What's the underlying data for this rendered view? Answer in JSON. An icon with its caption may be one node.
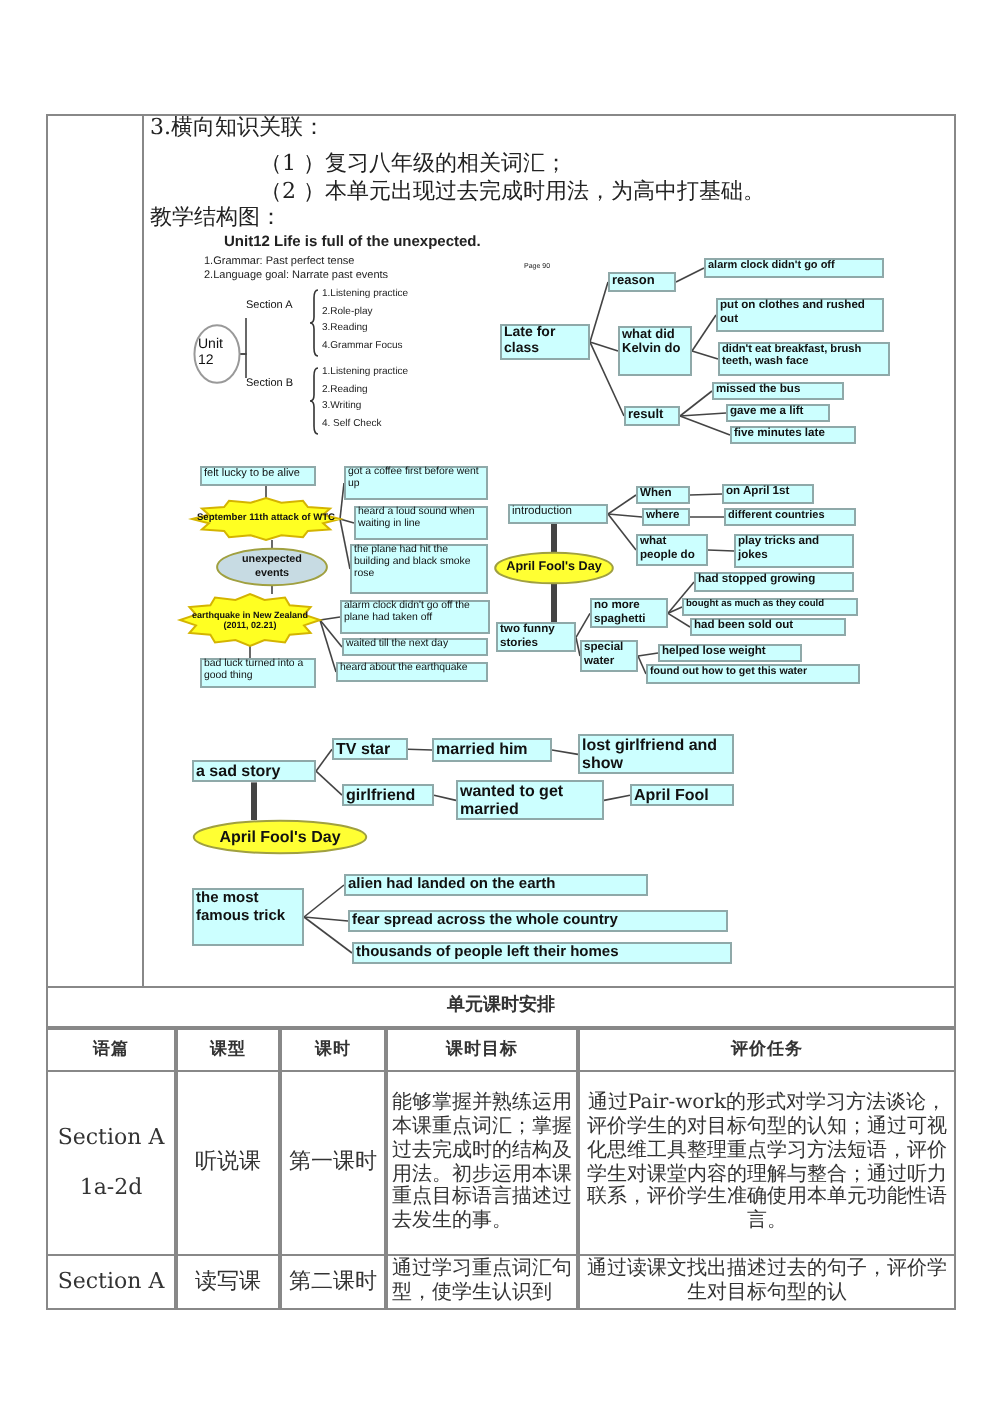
{
  "diagram": {
    "nodes": [
      {
        "text": [
          "Unit 12"
        ]
      },
      {
        "text": [
          "Section A"
        ]
      },
      {
        "text": [
          "Section B"
        ]
      },
      {
        "text": [
          "Late for class"
        ]
      },
      {
        "text": [
          "reason"
        ]
      },
      {
        "text": [
          "what did Kelvin do"
        ]
      },
      {
        "text": [
          "result"
        ]
      },
      {
        "text": [
          "alarm clock didn't go off"
        ]
      },
      {
        "text": [
          "put on clothes and rushed out"
        ]
      },
      {
        "text": [
          "didn't eat breakfast, brush teeth, wash face"
        ]
      },
      {
        "text": [
          "missed the bus"
        ]
      },
      {
        "text": [
          "gave me a lift"
        ]
      },
      {
        "text": [
          "five minutes late"
        ]
      },
      {
        "text": [
          "felt lucky to be alive"
        ]
      },
      {
        "text": [
          "September 11th attack of WTC"
        ]
      },
      {
        "text": [
          "got a coffee first before went up"
        ]
      },
      {
        "text": [
          "heard a loud sound when waiting in line"
        ]
      },
      {
        "text": [
          "unexpected events"
        ]
      },
      {
        "text": [
          "the plane had hit the building and black smoke rose"
        ]
      },
      {
        "text": [
          "earthquake in New Zealand (2011, 02.21)"
        ]
      },
      {
        "text": [
          "alarm clock didn't go off the plane had taken off"
        ]
      },
      {
        "text": [
          "waited till the next day"
        ]
      },
      {
        "text": [
          "bad luck turned into a good thing"
        ]
      },
      {
        "text": [
          "heard about the earthquake"
        ]
      },
      {
        "text": [
          "introduction"
        ]
      },
      {
        "text": [
          "When"
        ]
      },
      {
        "text": [
          "on April 1st"
        ]
      },
      {
        "text": [
          "where"
        ]
      },
      {
        "text": [
          "different countries"
        ]
      },
      {
        "text": [
          "April Fool's Day"
        ]
      },
      {
        "text": [
          "what people do"
        ]
      },
      {
        "text": [
          "play tricks and jokes"
        ]
      },
      {
        "text": [
          "had stopped growing"
        ]
      },
      {
        "text": [
          "no more spaghetti"
        ]
      },
      {
        "text": [
          "bought as much as they could"
        ]
      },
      {
        "text": [
          "had been sold out"
        ]
      },
      {
        "text": [
          "two funny stories"
        ]
      },
      {
        "text": [
          "special water"
        ]
      },
      {
        "text": [
          "helped lose weight"
        ]
      },
      {
        "text": [
          "found out how to get this water"
        ]
      },
      {
        "text": [
          "a sad story"
        ]
      },
      {
        "text": [
          "TV star"
        ]
      },
      {
        "text": [
          "married him"
        ]
      },
      {
        "text": [
          "lost girlfriend and show"
        ]
      },
      {
        "text": [
          "girlfriend"
        ]
      },
      {
        "text": [
          "wanted to get married"
        ]
      },
      {
        "text": [
          "April Fool"
        ]
      },
      {
        "text": [
          "April Fool's Day"
        ]
      },
      {
        "text": [
          "the most famous trick"
        ]
      },
      {
        "text": [
          "alien had landed on the earth"
        ]
      },
      {
        "text": [
          "fear spread across the whole country"
        ]
      },
      {
        "text": [
          "thousands of people left their homes"
        ]
      }
    ],
    "edges": [
      {
        "from": 0,
        "to": 1,
        "arrow": "none"
      },
      {
        "from": 0,
        "to": 2,
        "arrow": "none"
      },
      {
        "from": 3,
        "to": 4,
        "arrow": "none"
      },
      {
        "from": 3,
        "to": 5,
        "arrow": "none"
      },
      {
        "from": 3,
        "to": 6,
        "arrow": "none"
      },
      {
        "from": 4,
        "to": 7,
        "arrow": "none"
      },
      {
        "from": 5,
        "to": 8,
        "arrow": "none"
      },
      {
        "from": 5,
        "to": 9,
        "arrow": "none"
      },
      {
        "from": 6,
        "to": 10,
        "arrow": "none"
      },
      {
        "from": 6,
        "to": 11,
        "arrow": "none"
      },
      {
        "from": 6,
        "to": 12,
        "arrow": "none"
      },
      {
        "from": 14,
        "to": 13,
        "arrow": "none"
      },
      {
        "from": 14,
        "to": 15,
        "arrow": "none"
      },
      {
        "from": 14,
        "to": 16,
        "arrow": "none"
      },
      {
        "from": 14,
        "to": 18,
        "arrow": "none"
      },
      {
        "from": 17,
        "to": 14,
        "arrow": "none"
      },
      {
        "from": 17,
        "to": 19,
        "arrow": "none"
      },
      {
        "from": 19,
        "to": 20,
        "arrow": "none"
      },
      {
        "from": 19,
        "to": 21,
        "arrow": "none"
      },
      {
        "from": 19,
        "to": 23,
        "arrow": "none"
      },
      {
        "from": 19,
        "to": 22,
        "arrow": "none"
      },
      {
        "from": 29,
        "to": 24,
        "arrow": "none",
        "style": "thick"
      },
      {
        "from": 29,
        "to": 36,
        "arrow": "none",
        "style": "thick"
      },
      {
        "from": 24,
        "to": 25,
        "arrow": "none"
      },
      {
        "from": 24,
        "to": 27,
        "arrow": "none"
      },
      {
        "from": 24,
        "to": 30,
        "arrow": "none"
      },
      {
        "from": 25,
        "to": 26,
        "arrow": "none"
      },
      {
        "from": 27,
        "to": 28,
        "arrow": "none"
      },
      {
        "from": 30,
        "to": 31,
        "arrow": "none"
      },
      {
        "from": 36,
        "to": 33,
        "arrow": "none"
      },
      {
        "from": 36,
        "to": 37,
        "arrow": "none"
      },
      {
        "from": 33,
        "to": 32,
        "arrow": "none"
      },
      {
        "from": 33,
        "to": 34,
        "arrow": "none"
      },
      {
        "from": 33,
        "to": 35,
        "arrow": "none"
      },
      {
        "from": 37,
        "to": 38,
        "arrow": "none"
      },
      {
        "from": 37,
        "to": 39,
        "arrow": "none"
      },
      {
        "from": 40,
        "to": 41,
        "arrow": "none"
      },
      {
        "from": 41,
        "to": 42,
        "arrow": "none"
      },
      {
        "from": 42,
        "to": 43,
        "arrow": "none"
      },
      {
        "from": 40,
        "to": 44,
        "arrow": "none"
      },
      {
        "from": 44,
        "to": 45,
        "arrow": "none"
      },
      {
        "from": 45,
        "to": 46,
        "arrow": "none"
      },
      {
        "from": 40,
        "to": 47,
        "arrow": "none",
        "style": "thick"
      },
      {
        "from": 48,
        "to": 49,
        "arrow": "none"
      },
      {
        "from": 48,
        "to": 50,
        "arrow": "none"
      },
      {
        "from": 48,
        "to": 51,
        "arrow": "none"
      }
    ],
    "labels": [
      "3.横向知识关联：",
      "（1 ）复习八年级的相关词汇；",
      "（2 ）本单元出现过去完成时用法，为高中打基础。",
      "教学结构图：",
      "Unit12 Life is full of the unexpected.",
      "1.Grammar: Past perfect tense",
      "2.Language goal: Narrate past events",
      "Page 90",
      "1.Listening practice",
      "2.Role-play",
      "3.Reading",
      "4.Grammar Focus",
      "1.Listening practice",
      "2.Reading",
      "3.Writing",
      "4. Self Check",
      "单元课时安排",
      "语篇",
      "课型",
      "课时",
      "课时目标",
      "评价任务",
      "Section A 1a-2d",
      "听说课",
      "第一课时",
      "能够掌握并熟练运用本课重点词汇；掌握过去完成时的结构及用法。初步运用本课重点目标语言描述过去发生的事。",
      "通过Pair-work的形式对学习方法谈论，评价学生的对目标句型的认知；通过可视化思维工具整理重点学习方法短语，评价学生对课堂内容的理解与整合；通过听力联系，评价学生准确使用本单元功能性语言。",
      "Section A",
      "读写课",
      "第二课时",
      "通过学习重点词汇句型，使学生认识到",
      "通过读课文找出描述过去的句子，评价学生对目标句型的认"
    ]
  }
}
